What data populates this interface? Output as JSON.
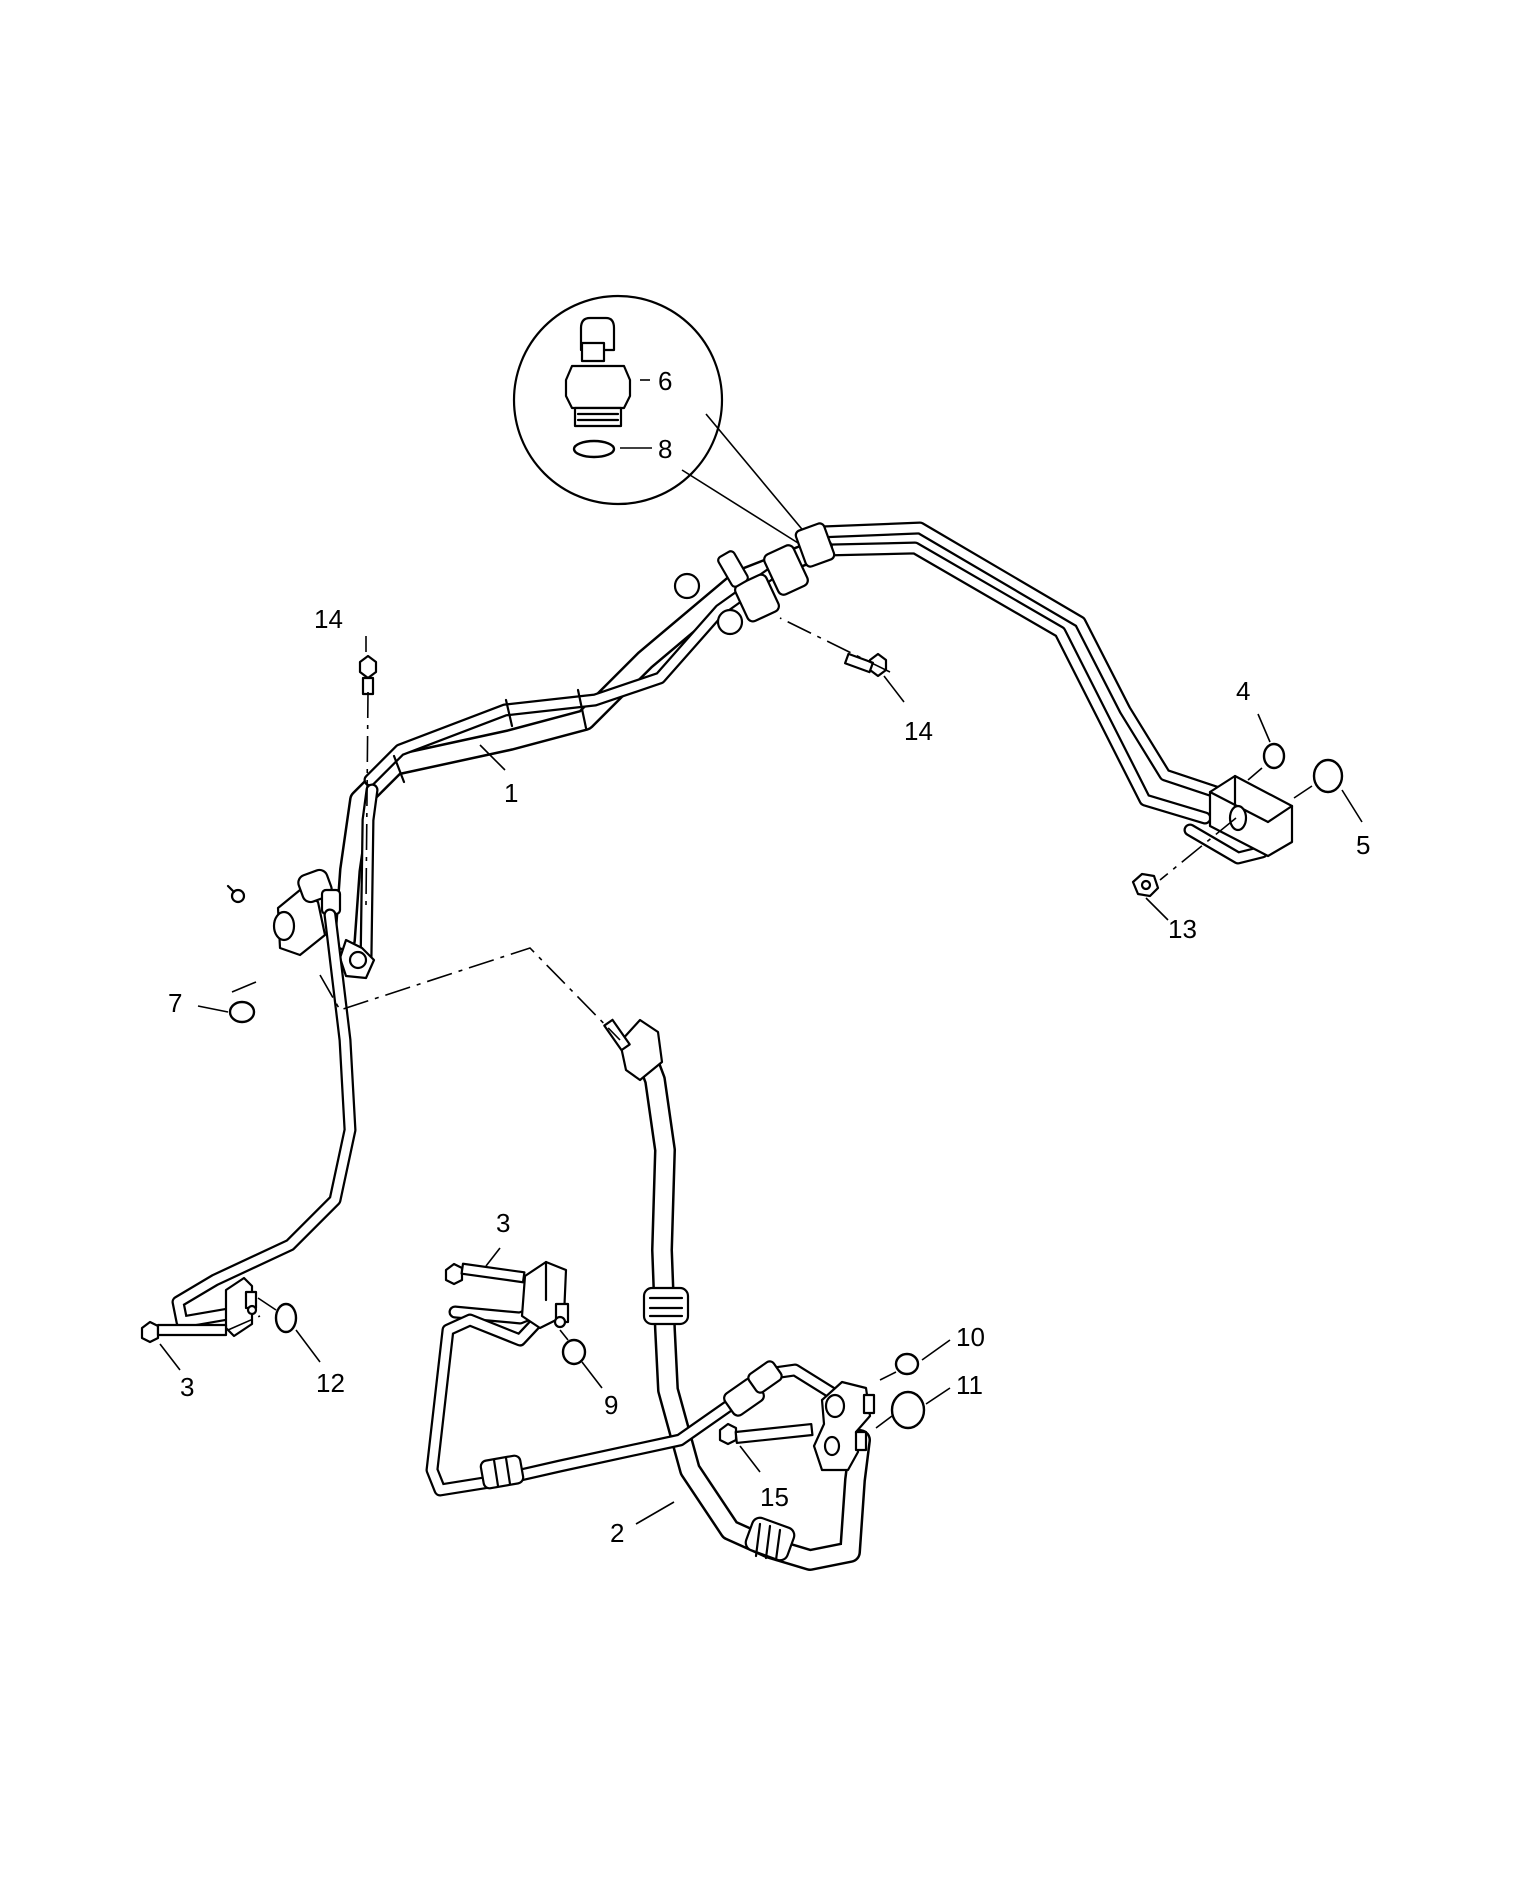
{
  "callouts": [
    {
      "id": "c1",
      "text": "1"
    },
    {
      "id": "c2",
      "text": "2"
    },
    {
      "id": "c3a",
      "text": "3"
    },
    {
      "id": "c3b",
      "text": "3"
    },
    {
      "id": "c4",
      "text": "4"
    },
    {
      "id": "c5",
      "text": "5"
    },
    {
      "id": "c6",
      "text": "6"
    },
    {
      "id": "c7",
      "text": "7"
    },
    {
      "id": "c8",
      "text": "8"
    },
    {
      "id": "c9",
      "text": "9"
    },
    {
      "id": "c10",
      "text": "10"
    },
    {
      "id": "c11",
      "text": "11"
    },
    {
      "id": "c12",
      "text": "12"
    },
    {
      "id": "c13",
      "text": "13"
    },
    {
      "id": "c14a",
      "text": "14"
    },
    {
      "id": "c14b",
      "text": "14"
    },
    {
      "id": "c15",
      "text": "15"
    }
  ]
}
